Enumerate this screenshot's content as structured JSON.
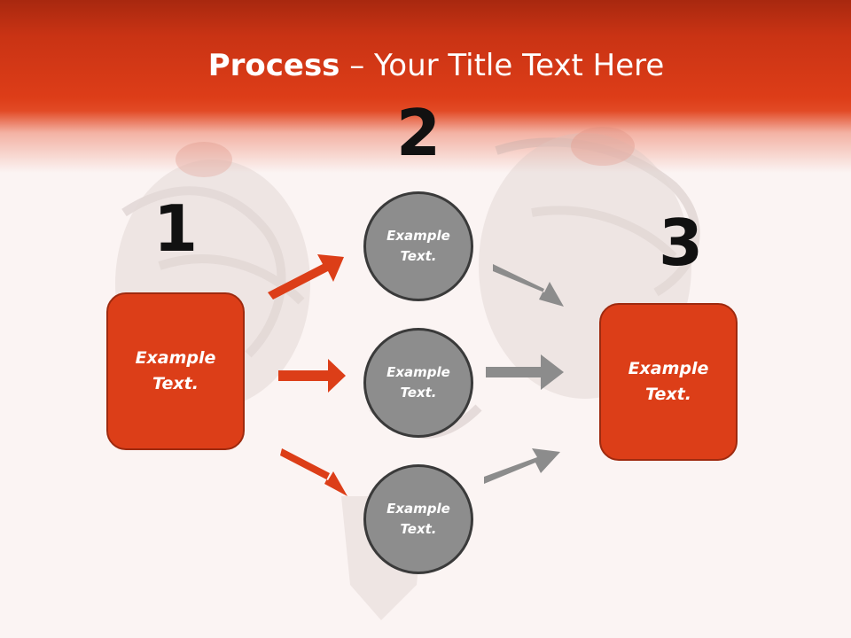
{
  "title": {
    "bold": "Process",
    "rest": " – Your Title Text Here"
  },
  "steps": {
    "one": "1",
    "two": "2",
    "three": "3"
  },
  "box_left": {
    "text": "Example\nText."
  },
  "box_right": {
    "text": "Example\nText."
  },
  "circles": [
    {
      "text": "Example\nText."
    },
    {
      "text": "Example\nText."
    },
    {
      "text": "Example\nText."
    }
  ],
  "colors": {
    "accent_red": "#dc3e18",
    "circle_gray": "#8d8d8d",
    "arrow_gray": "#8c8c8c"
  }
}
